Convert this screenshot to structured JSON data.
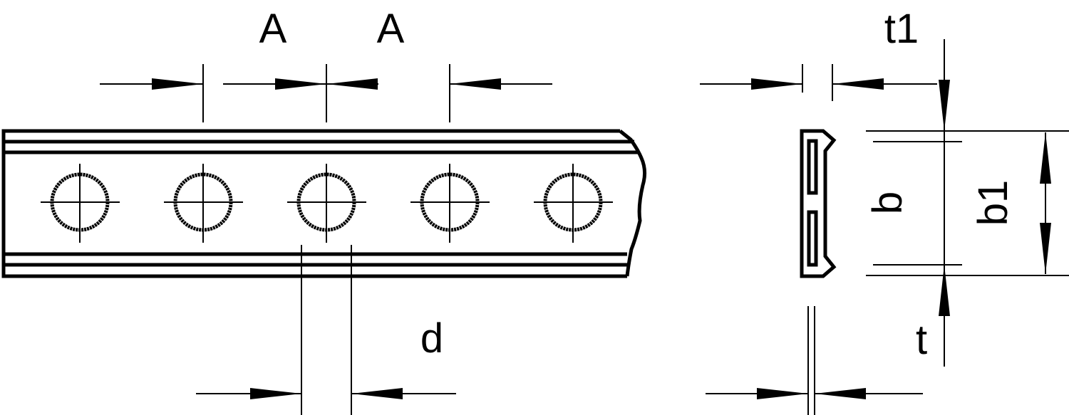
{
  "labels": {
    "pitch_1": "A",
    "pitch_2": "A",
    "flange_thickness": "t1",
    "inner_width": "b",
    "outer_width": "b1",
    "hole_diameter": "d",
    "thickness": "t"
  },
  "colors": {
    "line": "#000000",
    "background": "#ffffff"
  }
}
